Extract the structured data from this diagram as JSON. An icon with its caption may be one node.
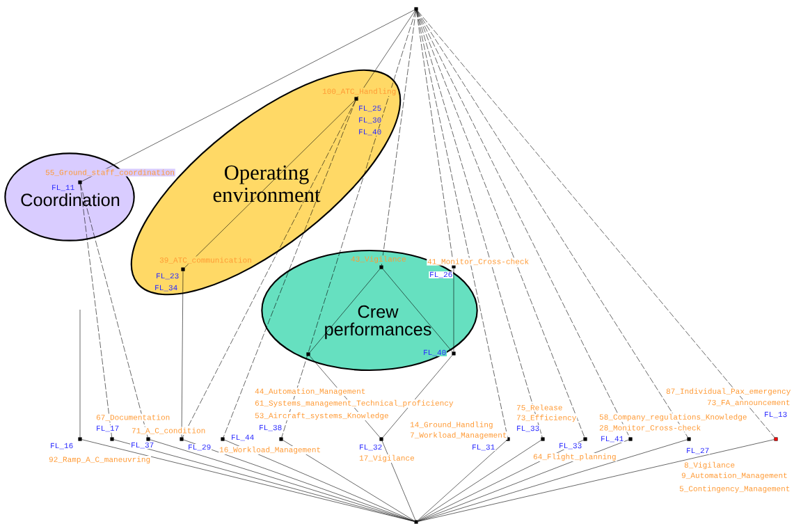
{
  "diagram": {
    "nodes": [
      {
        "text": [],
        "shape": "box"
      },
      {
        "text": [
          "Coordination"
        ]
      },
      {
        "text": [
          "Operating environment"
        ]
      },
      {
        "text": [
          "Crew performances"
        ]
      },
      {
        "text": [],
        "shape": "box",
        "beside": [
          "55_Ground_staff_coordination",
          "FL_11"
        ],
        "in": 1
      },
      {
        "text": [],
        "shape": "box",
        "beside": [
          "100_ATC_Handling",
          "FL_25",
          "FL_30",
          "FL_40"
        ],
        "in": 2
      },
      {
        "text": [],
        "shape": "box",
        "beside": [
          "39_ATC_communication",
          "FL_23",
          "FL_34"
        ],
        "in": 2
      },
      {
        "text": [],
        "shape": "box",
        "beside": [
          "43_Vigilance"
        ],
        "in": 3
      },
      {
        "text": [],
        "shape": "box",
        "beside": [
          "41_Monitor_Cross-check",
          "FL_26"
        ]
      },
      {
        "text": [],
        "shape": "box",
        "in": 3
      },
      {
        "text": [],
        "shape": "box",
        "beside": [
          "FL_40"
        ],
        "in": 3
      },
      {
        "text": [],
        "shape": "box",
        "beside": [
          "FL_16",
          "92_Ramp_A_C_maneuvring"
        ]
      },
      {
        "text": [],
        "shape": "box",
        "beside": [
          "67_Documentation",
          "FL_17"
        ]
      },
      {
        "text": [],
        "shape": "box",
        "beside": [
          "71_A_C_condition",
          "FL_37"
        ]
      },
      {
        "text": [],
        "shape": "box",
        "beside": [
          "FL_29"
        ]
      },
      {
        "text": [],
        "shape": "box",
        "beside": [
          "FL_44",
          "16_Workload_Management"
        ]
      },
      {
        "text": [],
        "shape": "box",
        "beside": [
          "44_Automation_Management",
          "61_Systems_management_Technical_proficiency",
          "53_Aircraft_systems_Knowledge",
          "FL_38"
        ]
      },
      {
        "text": [],
        "shape": "box",
        "beside": [
          "FL_32",
          "17_Vigilance"
        ]
      },
      {
        "text": [],
        "shape": "box",
        "beside": [
          "14_Ground_Handling",
          "7_Workload_Management",
          "FL_31"
        ]
      },
      {
        "text": [],
        "shape": "box",
        "beside": [
          "75_Release",
          "73_Efficiency",
          "FL_33"
        ]
      },
      {
        "text": [],
        "shape": "box",
        "beside": [
          "FL_33",
          "64_Flight_planning"
        ]
      },
      {
        "text": [],
        "shape": "box",
        "beside": [
          "58_Company_regulations_Knowledge",
          "28_Monitor_Cross-check",
          "FL_41"
        ]
      },
      {
        "text": [],
        "shape": "box",
        "beside": [
          "FL_27",
          "8_Vigilance",
          "9_Automation_Management",
          "5_Contingency_Management"
        ]
      },
      {
        "text": [],
        "shape": "box",
        "beside": [
          "87_Individual_Pax_emergency",
          "73_FA_announcement",
          "FL_13"
        ]
      },
      {
        "text": [],
        "shape": "box"
      }
    ],
    "edges": [
      {
        "from": 0,
        "to": 4,
        "arrow": "none"
      },
      {
        "from": 0,
        "to": 5,
        "arrow": "none"
      },
      {
        "from": 0,
        "to": 16,
        "arrow": "none",
        "style": "dashed"
      },
      {
        "from": 0,
        "to": 7,
        "arrow": "none",
        "style": "dashed"
      },
      {
        "from": 0,
        "to": 8,
        "arrow": "none",
        "style": "dashed"
      },
      {
        "from": 0,
        "to": 18,
        "arrow": "none",
        "style": "dashed"
      },
      {
        "from": 0,
        "to": 19,
        "arrow": "none",
        "style": "dashed"
      },
      {
        "from": 0,
        "to": 20,
        "arrow": "none",
        "style": "dashed"
      },
      {
        "from": 0,
        "to": 21,
        "arrow": "none",
        "style": "dashed"
      },
      {
        "from": 0,
        "to": 22,
        "arrow": "none",
        "style": "dashed"
      },
      {
        "from": 0,
        "to": 23,
        "arrow": "none",
        "style": "dashed"
      },
      {
        "from": 4,
        "to": 12,
        "arrow": "none",
        "style": "dashed"
      },
      {
        "from": 4,
        "to": 13,
        "arrow": "none",
        "style": "dashed"
      },
      {
        "from": 5,
        "to": 6,
        "arrow": "none"
      },
      {
        "from": 5,
        "to": 14,
        "arrow": "none",
        "style": "dashed"
      },
      {
        "from": 5,
        "to": 15,
        "arrow": "none",
        "style": "dashed"
      },
      {
        "from": 6,
        "to": 14,
        "arrow": "none"
      },
      {
        "from": 7,
        "to": 9,
        "arrow": "none"
      },
      {
        "from": 7,
        "to": 10,
        "arrow": "none"
      },
      {
        "from": 8,
        "to": 10,
        "arrow": "none"
      },
      {
        "from": 9,
        "to": 17,
        "arrow": "none"
      },
      {
        "from": 10,
        "to": 17,
        "arrow": "none"
      },
      {
        "from": 11,
        "to": 24,
        "arrow": "none"
      },
      {
        "from": 12,
        "to": 24,
        "arrow": "none"
      },
      {
        "from": 13,
        "to": 24,
        "arrow": "none"
      },
      {
        "from": 14,
        "to": 24,
        "arrow": "none"
      },
      {
        "from": 15,
        "to": 24,
        "arrow": "none"
      },
      {
        "from": 16,
        "to": 24,
        "arrow": "none"
      },
      {
        "from": 17,
        "to": 24,
        "arrow": "none"
      },
      {
        "from": 18,
        "to": 24,
        "arrow": "none"
      },
      {
        "from": 19,
        "to": 24,
        "arrow": "none"
      },
      {
        "from": 20,
        "to": 24,
        "arrow": "none"
      },
      {
        "from": 21,
        "to": 24,
        "arrow": "none"
      },
      {
        "from": 22,
        "to": 24,
        "arrow": "none"
      },
      {
        "from": 23,
        "to": 24,
        "arrow": "none"
      },
      {
        "from": null,
        "to": 11,
        "arrow": "none"
      }
    ]
  }
}
